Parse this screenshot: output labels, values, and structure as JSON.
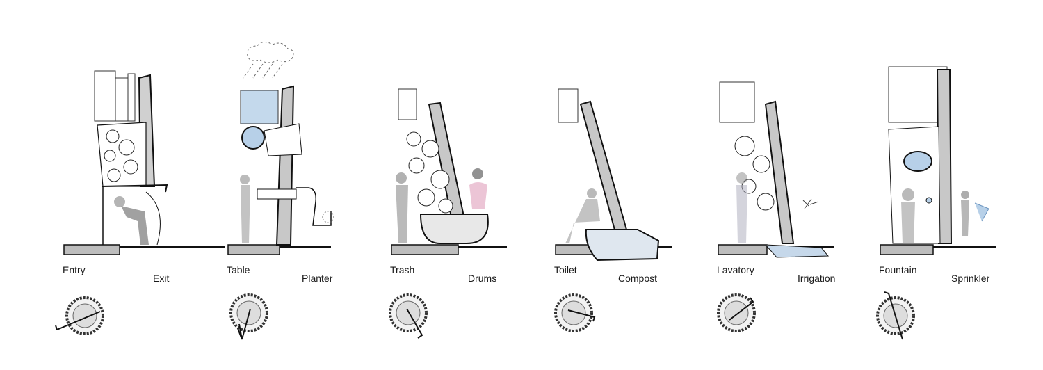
{
  "panels": [
    {
      "left_label": "Entry",
      "right_label": "Exit"
    },
    {
      "left_label": "Table",
      "right_label": "Planter"
    },
    {
      "left_label": "Trash",
      "right_label": "Drums"
    },
    {
      "left_label": "Toilet",
      "right_label": "Compost"
    },
    {
      "left_label": "Lavatory",
      "right_label": "Irrigation"
    },
    {
      "left_label": "Fountain",
      "right_label": "Sprinkler"
    }
  ],
  "colors": {
    "ink": "#111111",
    "ground": "#bdbdbd",
    "water": "#a9c6e3",
    "fill_gray": "#b5b5b5",
    "drums": "#e8b7cc"
  }
}
